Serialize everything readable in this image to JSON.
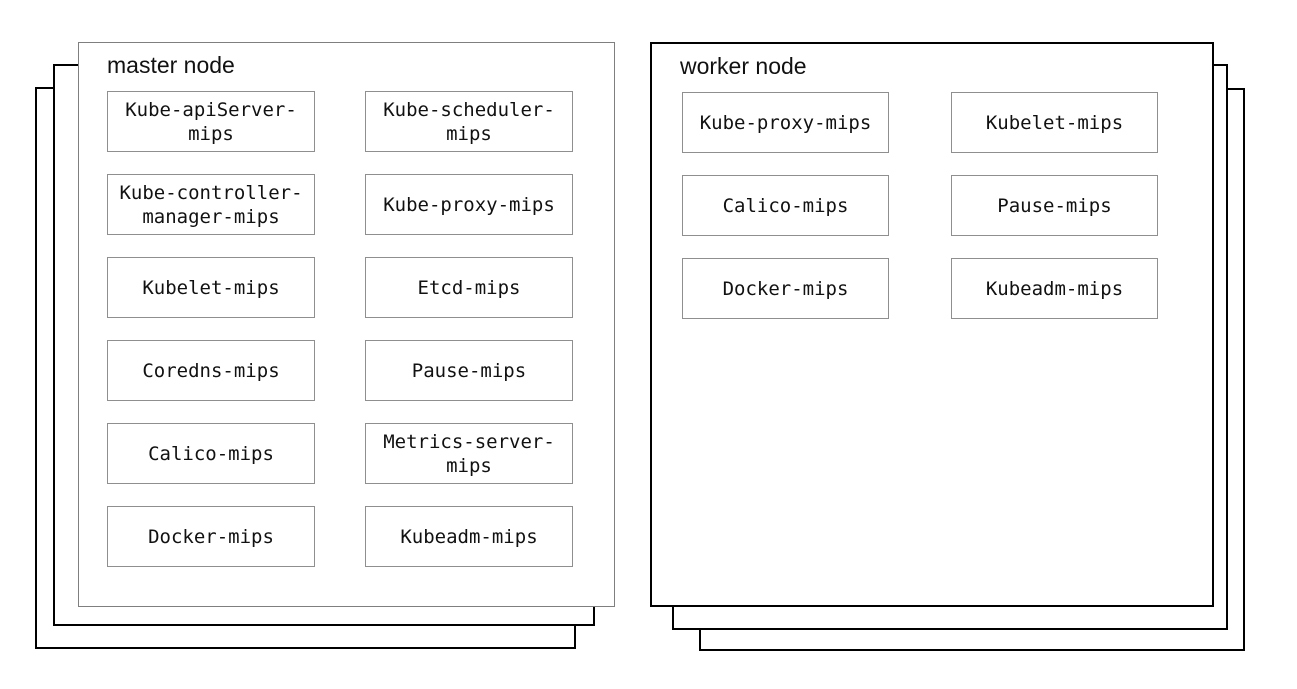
{
  "diagram": {
    "master": {
      "title": "master node",
      "components": [
        "Kube-apiServer-mips",
        "Kube-scheduler-mips",
        "Kube-controller-manager-mips",
        "Kube-proxy-mips",
        "Kubelet-mips",
        "Etcd-mips",
        "Coredns-mips",
        "Pause-mips",
        "Calico-mips",
        "Metrics-server-mips",
        "Docker-mips",
        "Kubeadm-mips"
      ]
    },
    "worker": {
      "title": "worker node",
      "components": [
        "Kube-proxy-mips",
        "Kubelet-mips",
        "Calico-mips",
        "Pause-mips",
        "Docker-mips",
        "Kubeadm-mips"
      ]
    },
    "colors": {
      "background": "#ffffff",
      "master_panel_border": "#7f7f7f",
      "worker_panel_border": "#000000",
      "stack_layer_border": "#000000",
      "component_box_border": "#8f8f8f",
      "text": "#111111"
    }
  }
}
